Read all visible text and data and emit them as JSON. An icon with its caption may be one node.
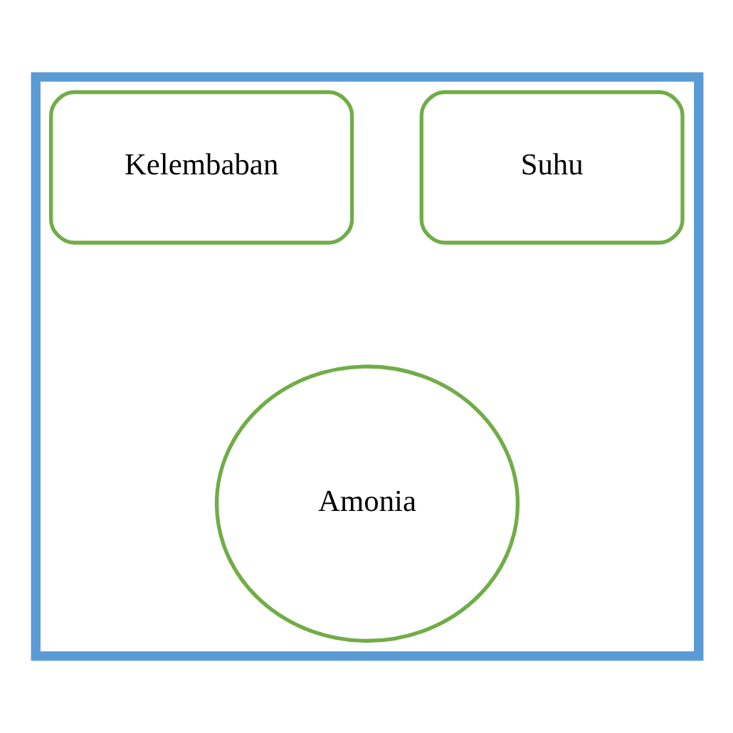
{
  "diagram": {
    "nodes": [
      {
        "text": [],
        "shape": "box"
      },
      {
        "text": [
          "Kelembaban"
        ],
        "in": 0
      },
      {
        "text": [
          "Suhu"
        ],
        "in": 0
      },
      {
        "text": [
          "Amonia"
        ],
        "in": 0
      }
    ]
  }
}
